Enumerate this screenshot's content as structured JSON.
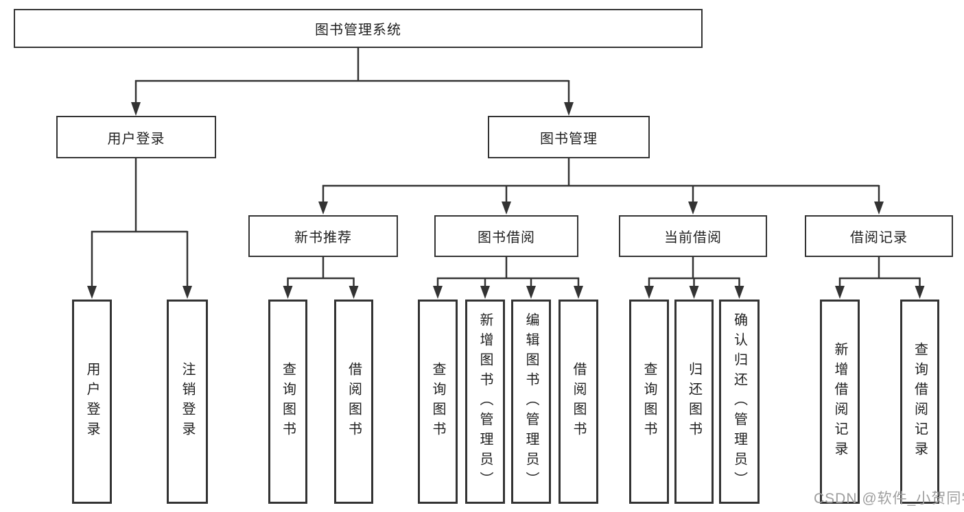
{
  "diagram_type": "tree-diagram",
  "nodes": {
    "root": "图书管理系统",
    "user_login": "用户登录",
    "book_management": "图书管理",
    "new_book_recommend": "新书推荐",
    "book_borrow": "图书借阅",
    "current_borrow": "当前借阅",
    "borrow_record": "借阅记录"
  },
  "leaves": {
    "user_login": [
      "用户登录",
      "注销登录"
    ],
    "new_book_recommend": [
      "查询图书",
      "借阅图书"
    ],
    "book_borrow": [
      "查询图书",
      "新增图书（管理员）",
      "编辑图书（管理员）",
      "借阅图书"
    ],
    "current_borrow": [
      "查询图书",
      "归还图书",
      "确认归还（管理员）"
    ],
    "borrow_record": [
      "新增借阅记录",
      "查询借阅记录"
    ]
  },
  "hierarchy": {
    "root": "图书管理系统",
    "children_of_root": [
      "用户登录",
      "图书管理"
    ],
    "children_of_book_management": [
      "新书推荐",
      "图书借阅",
      "当前借阅",
      "借阅记录"
    ]
  },
  "watermark": "CSDN @软件_小贺同学",
  "colors": {
    "line": "#333333",
    "box_border": "#333333",
    "text": "#1f1f1f",
    "watermark": "#9e9e9e",
    "background": "#ffffff"
  }
}
